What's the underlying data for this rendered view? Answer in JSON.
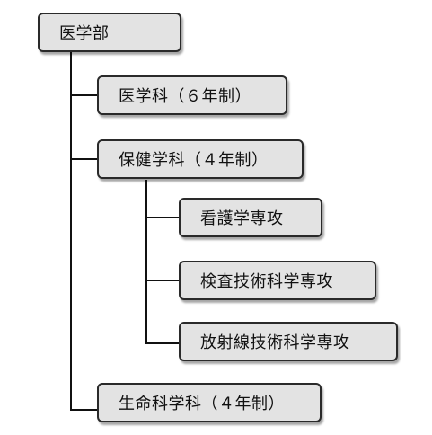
{
  "diagram": {
    "root": {
      "label": "医学部"
    },
    "departments": [
      {
        "label": "医学科（６年制）"
      },
      {
        "label": "保健学科（４年制）"
      },
      {
        "label": "生命科学科（４年制）"
      }
    ],
    "majors": [
      {
        "label": "看護学専攻"
      },
      {
        "label": "検査技術科学専攻"
      },
      {
        "label": "放射線技術科学専攻"
      }
    ]
  },
  "colors": {
    "box_fill": "#e3e3e3",
    "box_border": "#2a2a2a",
    "connector": "#111111",
    "text": "#111111"
  }
}
